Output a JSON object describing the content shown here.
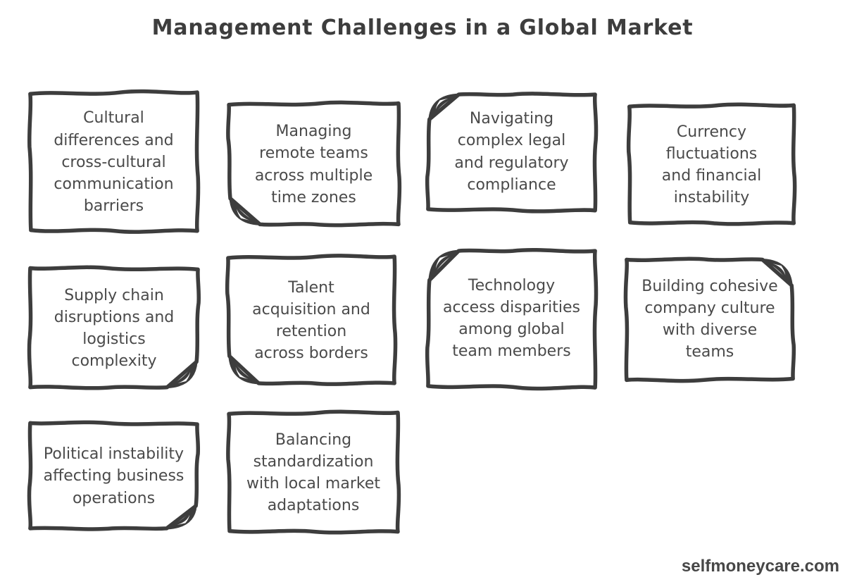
{
  "title": "Management Challenges in a Global Market",
  "watermark": "selfmoneycare.com",
  "colors": {
    "ink": "#3d3d3d",
    "text": "#4a4a4a",
    "background": "#ffffff"
  },
  "notes": [
    {
      "text": "Cultural\ndifferences and\ncross-cultural\ncommunication\nbarriers",
      "fold": "none"
    },
    {
      "text": "Managing\nremote teams\nacross multiple\ntime zones",
      "fold": "bottom-left"
    },
    {
      "text": "Navigating\ncomplex legal\nand regulatory\ncompliance",
      "fold": "top-left"
    },
    {
      "text": "Currency\nfluctuations\nand financial\ninstability",
      "fold": "none"
    },
    {
      "text": "Supply chain\ndisruptions and\nlogistics\ncomplexity",
      "fold": "bottom-right"
    },
    {
      "text": "Talent\nacquisition and\nretention\nacross borders",
      "fold": "bottom-left"
    },
    {
      "text": "Technology\naccess disparities\namong global\nteam members",
      "fold": "top-left"
    },
    {
      "text": "Building cohesive\ncompany culture\nwith diverse\nteams",
      "fold": "top-right"
    },
    {
      "text": "Political instability\naffecting business\noperations",
      "fold": "bottom-right"
    },
    {
      "text": "Balancing\nstandardization\nwith local market\nadaptations",
      "fold": "none"
    }
  ]
}
